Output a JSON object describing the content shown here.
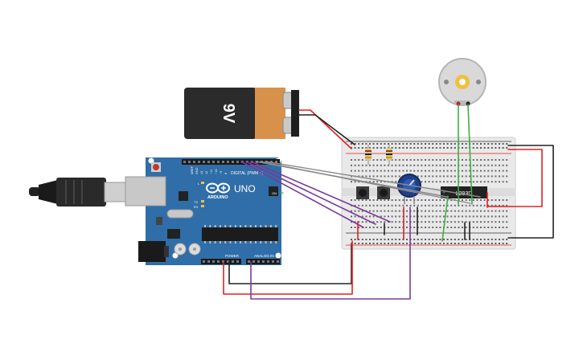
{
  "battery": {
    "label": "9V",
    "body_color": "#2b2b2b",
    "cap_color": "#d8914a"
  },
  "arduino": {
    "brand": "ARDUINO",
    "model": "UNO",
    "digital_label": "DIGITAL (PWM ~)",
    "power_label": "POWER",
    "analog_label": "ANALOG IN",
    "aref_label": "AREF",
    "gnd_label": "GND",
    "led_l": "L",
    "led_tx": "TX",
    "led_rx": "RX",
    "on_label": "ON",
    "pin_13": "13",
    "pin_12": "12",
    "pin_11": "~11",
    "pin_10": "~10",
    "pin_9": "~9",
    "pin_8": "8",
    "board_color": "#2f6ea8"
  },
  "ic": {
    "label": "L293D"
  },
  "wire_colors": {
    "red": "#e02020",
    "black": "#222222",
    "purple": "#7a3b9a",
    "green": "#3cb043",
    "gray": "#8a8a8a"
  }
}
